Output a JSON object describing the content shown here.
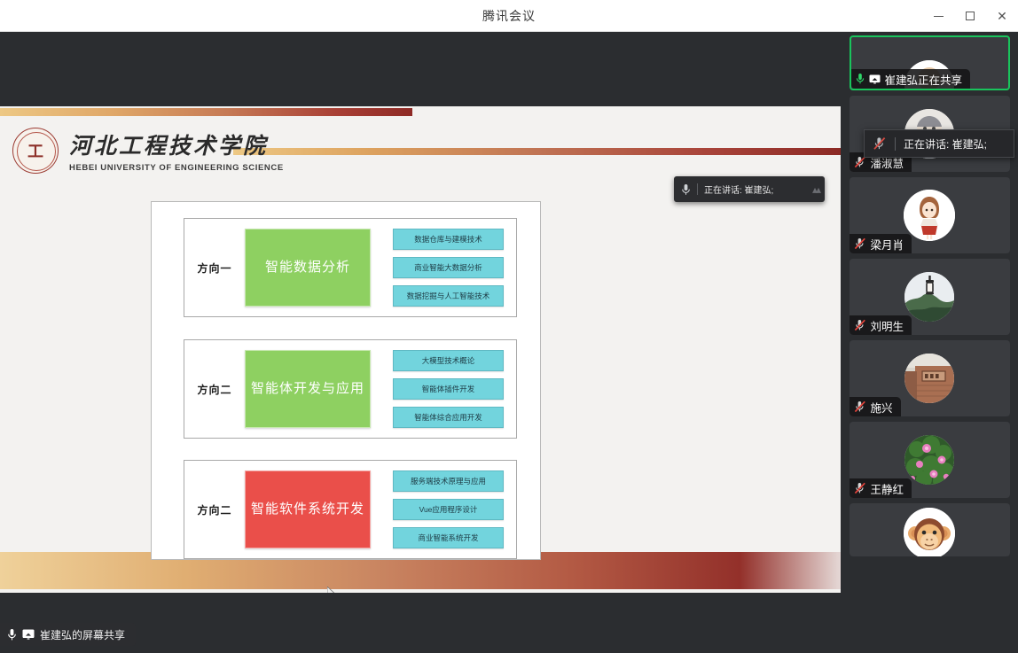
{
  "window": {
    "title": "腾讯会议",
    "controls": {
      "minimize": "minimize-icon",
      "maximize": "maximize-icon",
      "close": "close-icon"
    }
  },
  "slide": {
    "school": {
      "name_cn": "河北工程技术学院",
      "name_en": "HEBEI UNIVERSITY OF ENGINEERING SCIENCE",
      "logo_mark": "工"
    },
    "rows": [
      {
        "direction": "方向一",
        "main": "智能数据分析",
        "main_color": "#8ed061",
        "subs": [
          "数据仓库与建模技术",
          "商业智能大数据分析",
          "数据挖掘与人工智能技术"
        ]
      },
      {
        "direction": "方向二",
        "main": "智能体开发与应用",
        "main_color": "#8ed061",
        "subs": [
          "大模型技术概论",
          "智能体插件开发",
          "智能体综合应用开发"
        ]
      },
      {
        "direction": "方向二",
        "main": "智能软件系统开发",
        "main_color": "#ea4f4a",
        "subs": [
          "服务端技术原理与应用",
          "Vue应用程序设计",
          "商业智能系统开发"
        ]
      }
    ]
  },
  "overlays": {
    "speaking_toast": {
      "text": "正在讲话: 崔建弘;",
      "mic_icon": "microphone-icon",
      "wave_icon": "audio-wave-icon"
    },
    "rail_tooltip": {
      "text": "正在讲话:  崔建弘;",
      "mic_icon": "microphone-muted-icon"
    },
    "share_label": {
      "text": "崔建弘的屏幕共享",
      "mic_icon": "microphone-icon",
      "screen_icon": "screen-share-icon"
    }
  },
  "rail": {
    "tiles": [
      {
        "name": "崔建弘正在共享",
        "mic": "microphone-icon",
        "muted": false,
        "sharing": true,
        "active": true,
        "avatar": "person-photo-avatar"
      },
      {
        "name": "潘淑慧",
        "mic": "microphone-muted-icon",
        "muted": true,
        "sharing": false,
        "active": false,
        "avatar": "person-photo-avatar"
      },
      {
        "name": "梁月肖",
        "mic": "microphone-muted-icon",
        "muted": true,
        "sharing": false,
        "active": false,
        "avatar": "cartoon-girl-avatar"
      },
      {
        "name": "刘明生",
        "mic": "microphone-muted-icon",
        "muted": true,
        "sharing": false,
        "active": false,
        "avatar": "landscape-lantern-avatar"
      },
      {
        "name": "施兴",
        "mic": "microphone-muted-icon",
        "muted": true,
        "sharing": false,
        "active": false,
        "avatar": "brick-building-avatar"
      },
      {
        "name": "王静红",
        "mic": "microphone-muted-icon",
        "muted": true,
        "sharing": false,
        "active": false,
        "avatar": "pink-flowers-avatar"
      },
      {
        "name": "",
        "mic": "",
        "muted": false,
        "sharing": false,
        "active": false,
        "avatar": "monkey-face-avatar"
      }
    ]
  },
  "colors": {
    "accent_green": "#19c45c",
    "slide_green": "#8ed061",
    "slide_red": "#ea4f4a",
    "slide_cyan": "#72d4dd",
    "rail_bg": "#2b2d30",
    "stage_bg": "#2b2d30"
  }
}
